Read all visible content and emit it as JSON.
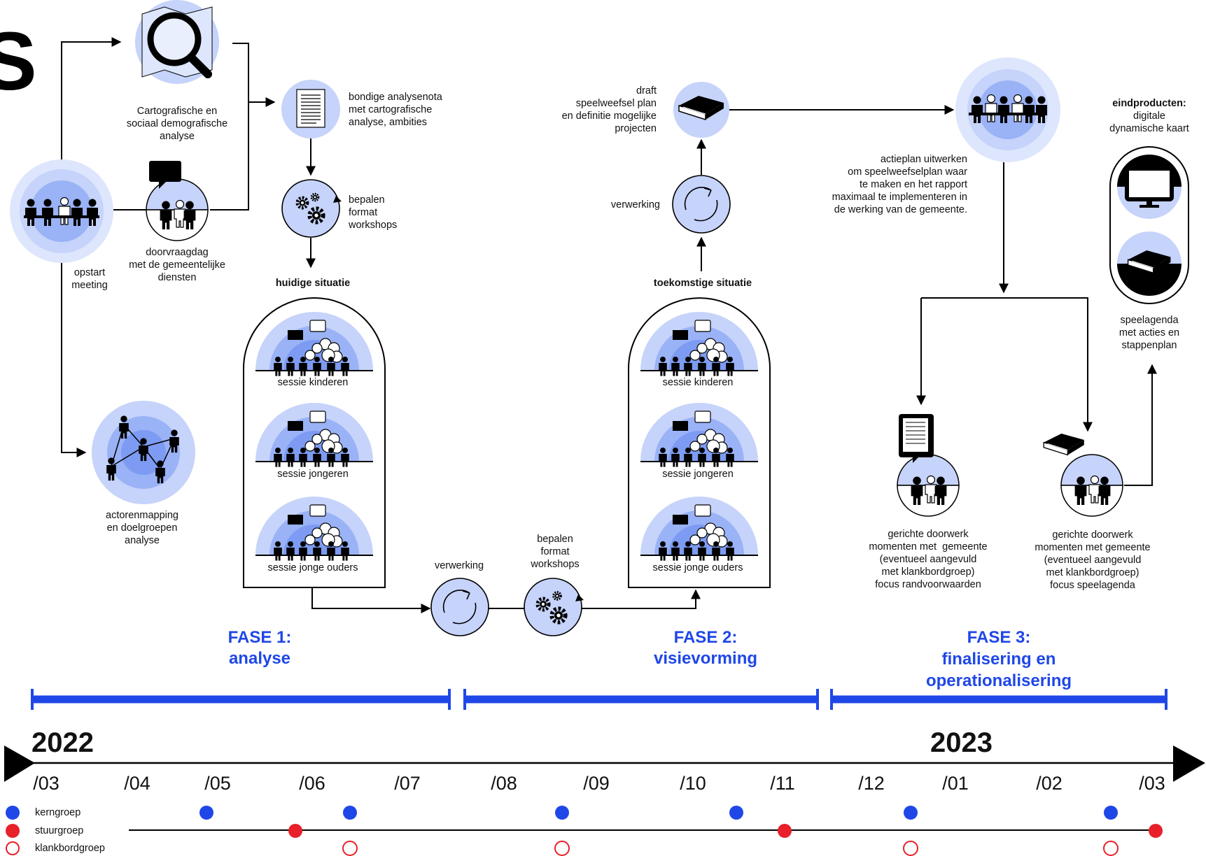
{
  "header": {
    "partial_letter": "S"
  },
  "nodes": {
    "cartography": "Cartografische en\nsociaal demografische\nanalyse",
    "doorvraag": "doorvraagdag\nmet de gemeentelijke\ndiensten",
    "opstart": "opstart\nmeeting",
    "actoren": "actorenmapping\nen doelgroepen\nanalyse",
    "analysenota": "bondige analysenota\nmet cartografische\nanalyse, ambities",
    "bepalen1": "bepalen\nformat\nworkshops",
    "huidige": "huidige situatie",
    "toekomstige": "toekomstige situatie",
    "verwerking1": "verwerking",
    "bepalen2": "bepalen\nformat\nworkshops",
    "verwerking2": "verwerking",
    "draft": "draft\nspeelweefsel plan\nen definitie mogelijke\nprojecten",
    "actieplan": "actieplan uitwerken\nom speelweefselplan waar\nte maken en het rapport\nmaximaal te implementeren in\nde werking van de gemeente.",
    "eindproducten_title": "eindproducten:",
    "eindproducten_sub": "digitale\ndynamische kaart",
    "speelagenda": "speelagenda\nmet acties en\nstappenplan",
    "doorwerk1": "gerichte doorwerk\nmomenten met  gemeente\n(eventueel aangevuld\nmet klankbordgroep)\nfocus randvoorwaarden",
    "doorwerk2": "gerichte doorwerk\nmomenten met gemeente\n(eventueel aangevuld\nmet klankbordgroep)\nfocus speelagenda"
  },
  "sessions": {
    "huidige": [
      "sessie kinderen",
      "sessie jongeren",
      "sessie jonge ouders"
    ],
    "toekomstige": [
      "sessie kinderen",
      "sessie jongeren",
      "sessie jonge ouders"
    ]
  },
  "phases": [
    {
      "title": "FASE 1:",
      "subtitle": "analyse"
    },
    {
      "title": "FASE 2:",
      "subtitle": "visievorming"
    },
    {
      "title": "FASE 3:",
      "subtitle": "finalisering en\noperationalisering"
    }
  ],
  "timeline": {
    "year_start": "2022",
    "year_end": "2023",
    "months": [
      "/03",
      "/04",
      "/05",
      "/06",
      "/07",
      "/08",
      "/09",
      "/10",
      "/11",
      "/12",
      "/01",
      "/02",
      "/03"
    ]
  },
  "legend": {
    "items": [
      {
        "label": "kerngroep",
        "color": "#1f47e8",
        "style": "filled"
      },
      {
        "label": "stuurgroep",
        "color": "#e8202a",
        "style": "filled"
      },
      {
        "label": "klankbordgroep",
        "color": "#e8202a",
        "style": "outline"
      }
    ]
  },
  "colors": {
    "accent": "#1f47e8",
    "light_blue": "#c6d3fa",
    "mid_blue": "#9ab2f6",
    "red": "#e8202a"
  },
  "icons": [
    "magnifier-icon",
    "people-group-icon",
    "speech-bubble-icon",
    "document-icon",
    "gears-icon",
    "cycle-arrows-icon",
    "book-icon",
    "network-icon",
    "monitor-icon"
  ]
}
